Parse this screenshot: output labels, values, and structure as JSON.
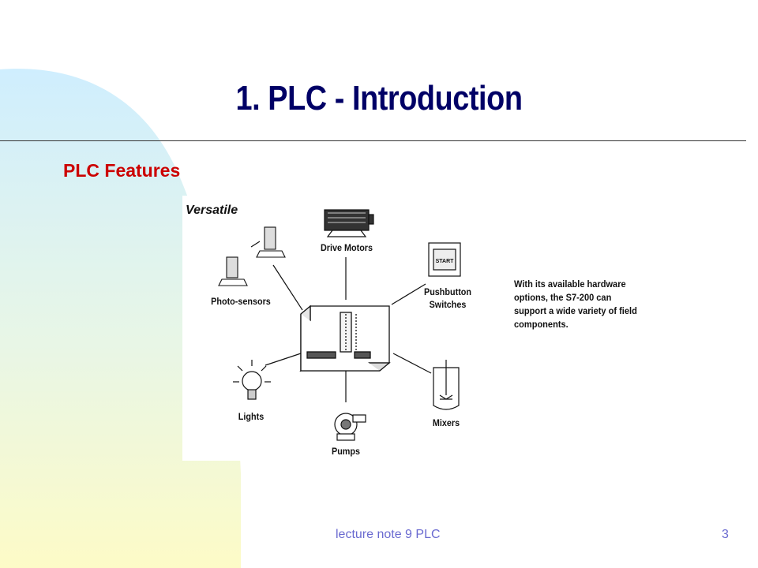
{
  "slide": {
    "title": "1. PLC - Introduction",
    "subtitle": "PLC Features",
    "footer": "lecture note 9 PLC",
    "page_number": "3"
  },
  "figure": {
    "heading": "Versatile",
    "labels": {
      "drive_motors": "Drive Motors",
      "photo_sensors": "Photo-sensors",
      "pushbutton": "Pushbutton\nSwitches",
      "lights": "Lights",
      "pumps": "Pumps",
      "mixers": "Mixers",
      "start_button": "START"
    },
    "note": "With its available hardware options, the S7-200 can support a wide variety of field components."
  },
  "colors": {
    "title": "#000066",
    "subtitle": "#cc0000",
    "footer": "#6a6ad0",
    "bg_gradient_top": "#cfeefe",
    "bg_gradient_bottom": "#fdfbc7"
  }
}
